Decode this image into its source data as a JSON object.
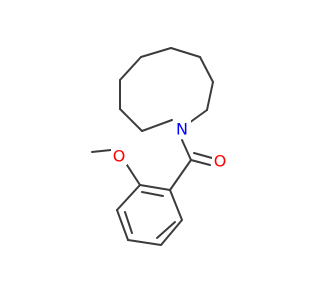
{
  "molecule": {
    "atoms": {
      "nitrogen": {
        "label": "N",
        "color": "#0000ff"
      },
      "carbonyl_oxygen": {
        "label": "O",
        "color": "#ff0000"
      },
      "methoxy_oxygen": {
        "label": "O",
        "color": "#ff0000"
      }
    },
    "bond_color": "#3c3c3c",
    "background": "#ffffff"
  }
}
